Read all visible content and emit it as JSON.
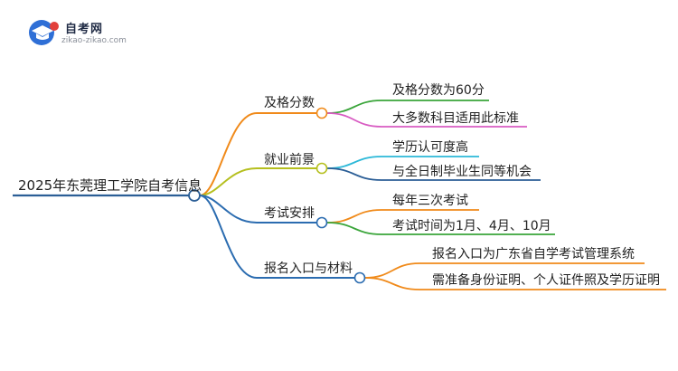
{
  "logo": {
    "title": "自考网",
    "subtitle": "zikao-zikao.com",
    "icon": "graduation-cap-icon",
    "colors": {
      "primary": "#2f6fd6",
      "accent": "#e2403b"
    }
  },
  "root": {
    "label": "2025年东莞理工学院自考信息",
    "color": "#2b5e96"
  },
  "branches": [
    {
      "label": "及格分数",
      "color": "#f08a1a",
      "children": [
        {
          "label": "及格分数为60分",
          "color": "#3aa53a"
        },
        {
          "label": "大多数科目适用此标准",
          "color": "#d85bc2"
        }
      ]
    },
    {
      "label": "就业前景",
      "color": "#b5bf1e",
      "children": [
        {
          "label": "学历认可度高",
          "color": "#2bb8d8"
        },
        {
          "label": "与全日制毕业生同等机会",
          "color": "#2b5e96"
        }
      ]
    },
    {
      "label": "考试安排",
      "color": "#2b6cb0",
      "children": [
        {
          "label": "每年三次考试",
          "color": "#f08a1a"
        },
        {
          "label": "考试时间为1月、4月、10月",
          "color": "#3aa53a"
        }
      ]
    },
    {
      "label": "报名入口与材料",
      "color": "#2b6cb0",
      "children": [
        {
          "label": "报名入口为广东省自学考试管理系统",
          "color": "#f08a1a"
        },
        {
          "label": "需准备身份证明、个人证件照及学历证明",
          "color": "#f08a1a"
        }
      ]
    }
  ]
}
